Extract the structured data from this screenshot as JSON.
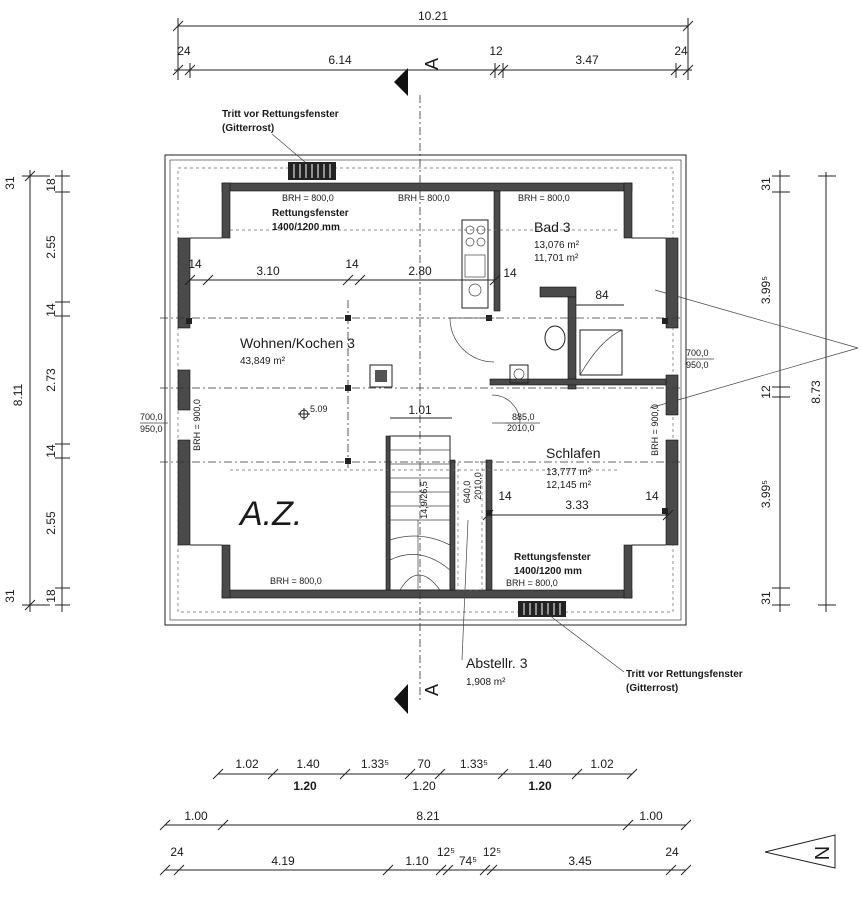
{
  "dimensions": {
    "top_total": "10.21",
    "top_left_wall": "24",
    "top_span_a": "6.14",
    "top_mid_wall": "12",
    "top_span_b": "3.47",
    "top_right_wall": "24",
    "left_total": "8.11",
    "left_segments": [
      "31",
      "18",
      "2.55",
      "14",
      "2.73",
      "14",
      "2.55",
      "18",
      "31"
    ],
    "right_total": "8.73",
    "right_segments": [
      "31",
      "3.99⁵",
      "12",
      "3.99⁵",
      "31"
    ],
    "interior_310": "3.10",
    "interior_14a": "14",
    "interior_14b": "14",
    "interior_280": "2.80",
    "interior_14c": "14",
    "interior_84": "84",
    "interior_101": "1.01",
    "interior_14d": "14",
    "interior_333": "3.33",
    "interior_14e": "14",
    "bottom_row1": [
      "1.02",
      "1.40",
      "1.33⁵",
      "70",
      "1.33⁵",
      "1.40",
      "1.02"
    ],
    "bottom_row1_sub": [
      "1.20",
      "1.20",
      "1.20"
    ],
    "bottom_row2": [
      "1.00",
      "8.21",
      "1.00"
    ],
    "bottom_row3": [
      "24",
      "4.19",
      "1.10",
      "12⁵",
      "74⁵",
      "12⁵",
      "3.45",
      "24"
    ]
  },
  "section_marker": "A",
  "rooms": {
    "wohnen": {
      "name": "Wohnen/Kochen 3",
      "area": "43,849 m²"
    },
    "bad": {
      "name": "Bad 3",
      "area1": "13,076 m²",
      "area2": "11,701 m²"
    },
    "schlafen": {
      "name": "Schlafen",
      "area1": "13,777 m²",
      "area2": "12,145 m²"
    },
    "abstell": {
      "name": "Abstellr. 3",
      "area": "1,908 m²"
    },
    "az": "A.Z."
  },
  "windows": {
    "rettung_top": {
      "label": "Rettungsfenster",
      "size": "1400/1200 mm"
    },
    "rettung_bottom": {
      "label": "Rettungsfenster",
      "size": "1400/1200 mm"
    },
    "brh_top_left": "BRH = 800,0",
    "brh_top_mid": "BRH = 800,0",
    "brh_top_right": "BRH = 800,0",
    "brh_bottom_left": "BRH = 800,0",
    "brh_bottom_right": "BRH = 800,0",
    "brh_left": "BRH = 900,0",
    "brh_right": "BRH = 900,0",
    "left_window_a": "700,0",
    "left_window_b": "950,0",
    "right_window_a": "700,0",
    "right_window_b": "950,0",
    "door_a": "885,0",
    "door_b": "2010,0",
    "abstell_door_a": "640,0",
    "abstell_door_b": "2010,0",
    "stair_label": "14,9/26,5",
    "height_mark": "5.09"
  },
  "callouts": {
    "tritt_top": {
      "line1": "Tritt vor Rettungsfenster",
      "line2": "(Gitterrost)"
    },
    "tritt_bottom": {
      "line1": "Tritt vor Rettungsfenster",
      "line2": "(Gitterrost)"
    }
  },
  "north_marker": "N"
}
